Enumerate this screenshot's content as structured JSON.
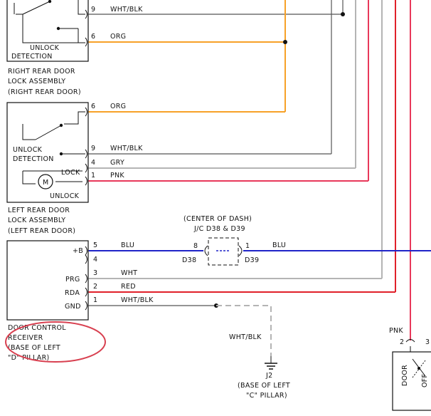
{
  "rr_assembly": {
    "caption": "UNLOCK",
    "caption2": "DETECTION",
    "name_lines": [
      "RIGHT REAR DOOR",
      "LOCK ASSEMBLY",
      "(RIGHT REAR DOOR)"
    ],
    "pins": [
      {
        "num": "9",
        "wire": "WHT/BLK"
      },
      {
        "num": "6",
        "wire": "ORG"
      }
    ]
  },
  "lr_assembly": {
    "caption": "UNLOCK",
    "caption2": "DETECTION",
    "lock_label": "LOCK",
    "unlock_label": "UNLOCK",
    "motor_label": "M",
    "name_lines": [
      "LEFT REAR DOOR",
      "LOCK ASSEMBLY",
      "(LEFT REAR DOOR)"
    ],
    "pins": [
      {
        "num": "6",
        "wire": "ORG"
      },
      {
        "num": "9",
        "wire": "WHT/BLK"
      },
      {
        "num": "4",
        "wire": "GRY"
      },
      {
        "num": "1",
        "wire": "PNK"
      }
    ]
  },
  "junction": {
    "location": "(CENTER OF DASH)",
    "name": "J/C  D38 & D39",
    "left_pin": "8",
    "left_conn": "D38",
    "right_pin": "1",
    "right_conn": "D39",
    "wire_left": "BLU",
    "wire_right": "BLU"
  },
  "receiver": {
    "name_lines": [
      "DOOR CONTROL",
      "RECEIVER",
      "(BASE OF LEFT",
      "\"D\" PILLAR)"
    ],
    "pins": [
      {
        "num": "5",
        "label": "+B",
        "wire": "BLU"
      },
      {
        "num": "4",
        "label": "",
        "wire": ""
      },
      {
        "num": "3",
        "label": "PRG",
        "wire": "WHT"
      },
      {
        "num": "2",
        "label": "RDA",
        "wire": "RED"
      },
      {
        "num": "1",
        "label": "GND",
        "wire": "WHT/BLK"
      }
    ]
  },
  "ground": {
    "wire": "WHT/BLK",
    "id": "J2",
    "location_lines": [
      "(BASE OF LEFT",
      "\"C\" PILLAR)"
    ]
  },
  "door_switch": {
    "wire": "PNK",
    "pin_a": "2",
    "pin_b": "3",
    "label_a": "DOOR",
    "label_b": "OFF"
  },
  "colors": {
    "orange": "#f7a128",
    "gray": "#b4b4b4",
    "pink": "#e8385a",
    "red": "#e0202a",
    "blue": "#1f24c8",
    "black": "#111111",
    "highlight": "#d84050"
  }
}
